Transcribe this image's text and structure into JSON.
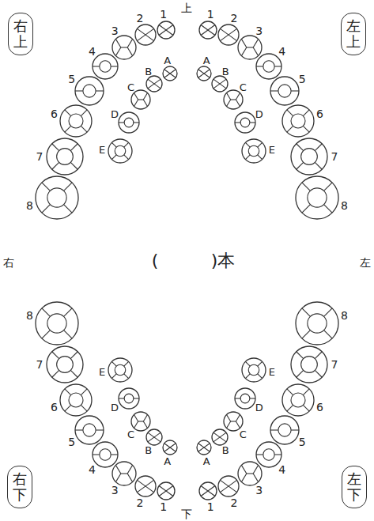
{
  "diagram": {
    "nodes": [
      {
        "text": [
          "右上"
        ]
      },
      {
        "text": [
          "左上"
        ]
      },
      {
        "text": [
          "右下"
        ]
      },
      {
        "text": [
          "左下"
        ]
      }
    ],
    "labels": [
      "上",
      "1",
      "2",
      "3",
      "4",
      "5",
      "6",
      "7",
      "8",
      "1",
      "2",
      "3",
      "4",
      "5",
      "6",
      "7",
      "8",
      "A",
      "B",
      "C",
      "D",
      "E",
      "A",
      "B",
      "C",
      "D",
      "E",
      "右",
      "(",
      ")本",
      "左",
      "A",
      "B",
      "C",
      "D",
      "E",
      "A",
      "B",
      "C",
      "D",
      "E",
      "1",
      "2",
      "3",
      "4",
      "5",
      "6",
      "7",
      "8",
      "1",
      "2",
      "3",
      "4",
      "5",
      "6",
      "7",
      "8",
      "下"
    ]
  }
}
